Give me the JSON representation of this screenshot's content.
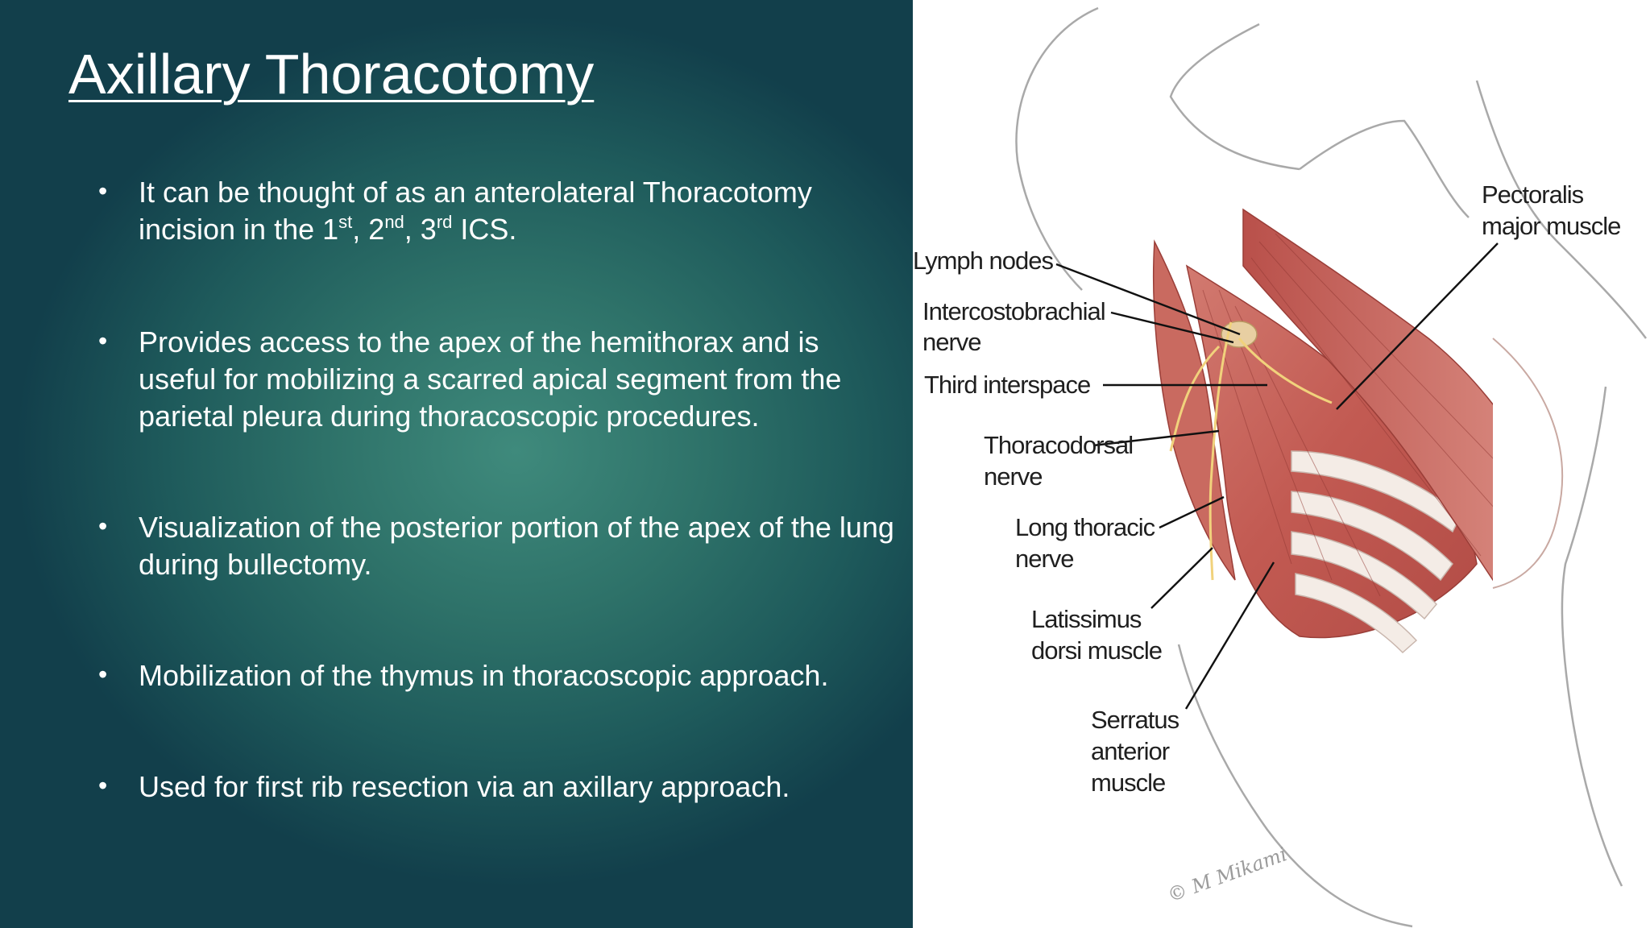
{
  "slide": {
    "title": "Axillary Thoracotomy",
    "bullet_symbol": "•",
    "bullets": [
      {
        "t1": "It can be thought of as an anterolateral Thoracotomy incision in the 1",
        "s1": "st",
        "t2": ", 2",
        "s2": "nd",
        "t3": ", 3",
        "s3": "rd",
        "t4": " ICS."
      },
      {
        "text": "Provides access to the apex of the hemithorax and is useful for mobilizing a scarred apical segment from the parietal pleura during thoracoscopic procedures."
      },
      {
        "text": "Visualization of the posterior portion of the apex of the lung during bullectomy."
      },
      {
        "text": "Mobilization of the thymus in thoracoscopic approach."
      },
      {
        "text": " Used for first rib resection via an axillary approach."
      }
    ]
  },
  "illustration": {
    "labels": {
      "lymph_nodes": "Lymph nodes",
      "intercostobrachial_1": "Intercostobrachial",
      "intercostobrachial_2": "nerve",
      "third_interspace": "Third interspace",
      "thoracodorsal_1": "Thoracodorsal",
      "thoracodorsal_2": "nerve",
      "long_thoracic_1": "Long thoracic",
      "long_thoracic_2": "nerve",
      "latissimus_1": "Latissimus",
      "latissimus_2": "dorsi muscle",
      "serratus_1": "Serratus",
      "serratus_2": "anterior",
      "serratus_3": "muscle",
      "pectoralis_1": "Pectoralis",
      "pectoralis_2": "major muscle"
    },
    "signature": "© M Mikami",
    "colors": {
      "muscle": "#c8655c",
      "muscle_dark": "#a9463f",
      "rib": "#f3e9e2",
      "nerve": "#f1d27c",
      "skin_outline": "#b8b8b8"
    }
  }
}
